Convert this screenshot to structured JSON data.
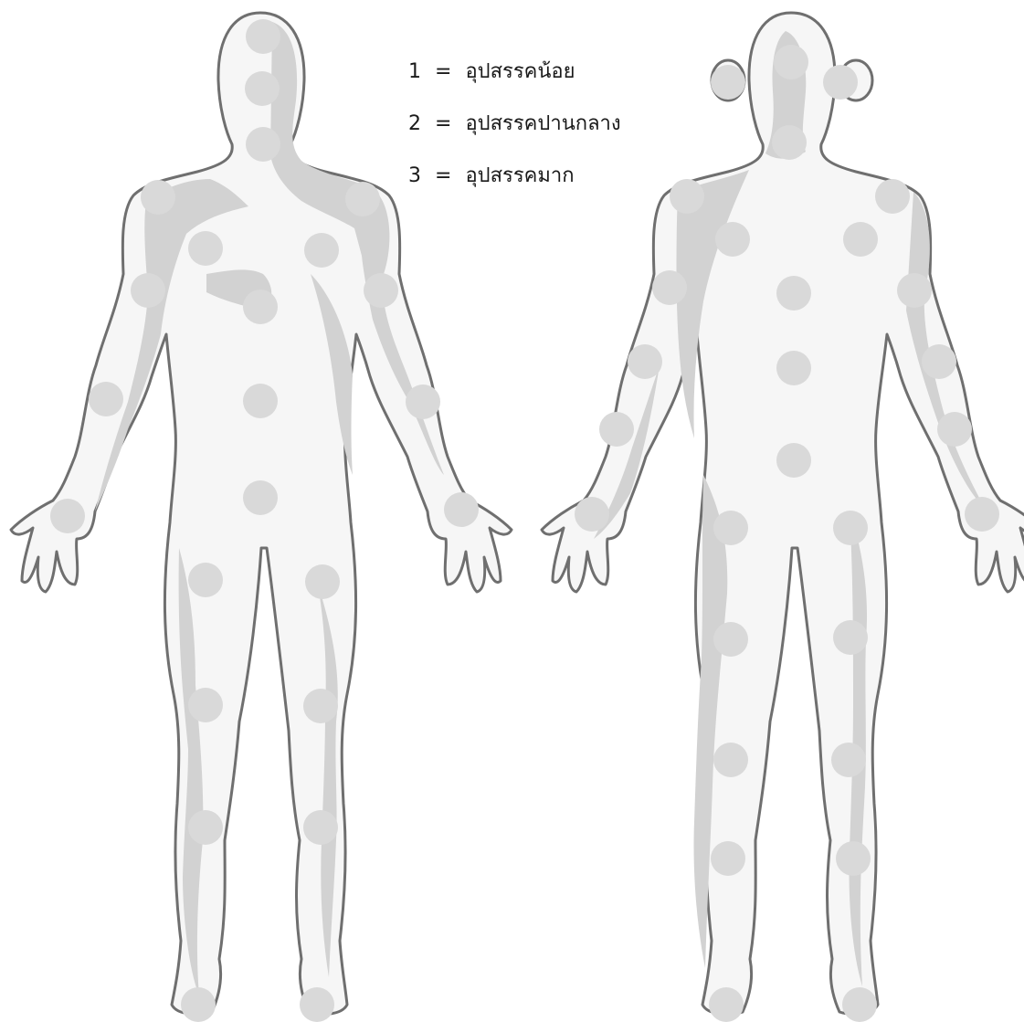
{
  "legend": {
    "items": [
      {
        "number": "1",
        "separator": "=",
        "label": "อุปสรรคน้อย"
      },
      {
        "number": "2",
        "separator": "=",
        "label": "อุปสรรคปานกลาง"
      },
      {
        "number": "3",
        "separator": "=",
        "label": "อุปสรรคมาก"
      }
    ]
  },
  "views": {
    "front": {
      "name": "front"
    },
    "back": {
      "name": "back"
    }
  },
  "colors": {
    "outline": "#6f6f6f",
    "fill": "#f6f6f6",
    "shade": "#d2d2d2",
    "marker": "#d9d9d9"
  }
}
